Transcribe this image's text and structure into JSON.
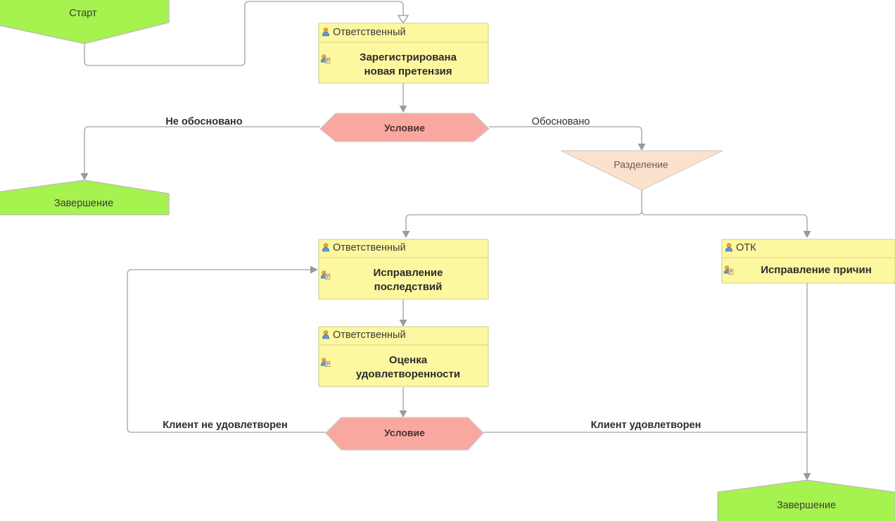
{
  "diagram": {
    "title": "Claim handling business process flowchart",
    "colors": {
      "start_end_fill": "#a6f24f",
      "condition_fill": "#f9a8a0",
      "split_fill": "#fbe2cd",
      "task_fill": "#fdf79f",
      "connector_stroke": "#b3b3b3",
      "canvas": "#ffffff"
    },
    "nodes": {
      "start": {
        "label": "Старт",
        "type": "start"
      },
      "register": {
        "role": "Ответственный",
        "label": "Зарегистрирована новая претензия",
        "line1": "Зарегистрирована",
        "line2": "новая претензия",
        "type": "task"
      },
      "condition1": {
        "label": "Условие",
        "type": "condition"
      },
      "end_left": {
        "label": "Завершение",
        "type": "end"
      },
      "split": {
        "label": "Разделение",
        "type": "split"
      },
      "fix_consequences": {
        "role": "Ответственный",
        "label": "Исправление последствий",
        "line1": "Исправление",
        "line2": "последствий",
        "type": "task"
      },
      "fix_causes": {
        "role": "ОТК",
        "label": "Исправление причин",
        "line1": "Исправление причин",
        "line2": "",
        "type": "task"
      },
      "satisfaction": {
        "role": "Ответственный",
        "label": "Оценка удовлетворенности",
        "line1": "Оценка",
        "line2": "удовлетворенности",
        "type": "task"
      },
      "condition2": {
        "label": "Условие",
        "type": "condition"
      },
      "end_right": {
        "label": "Завершение",
        "type": "end"
      }
    },
    "edge_labels": {
      "not_justified": "Не обосновано",
      "justified": "Обосновано",
      "client_not_satisfied": "Клиент не удовлетворен",
      "client_satisfied": "Клиент удовлетворен"
    },
    "icons": {
      "role": "person-icon",
      "task": "person-task-icon"
    }
  }
}
